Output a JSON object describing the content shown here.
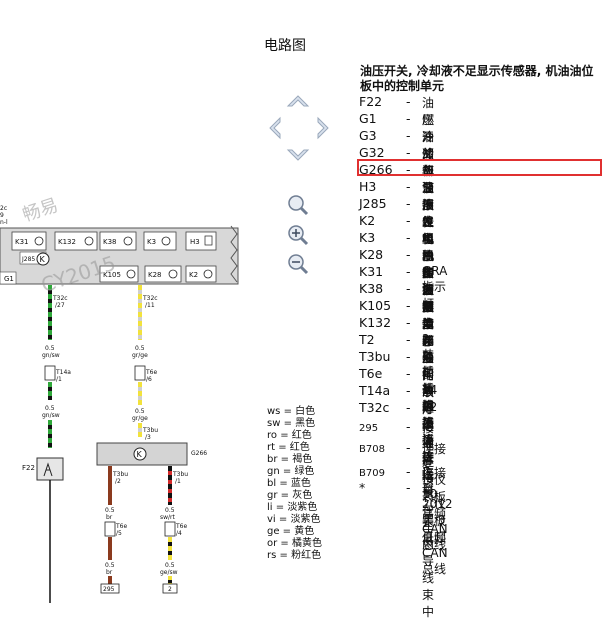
{
  "page_title": "电路图",
  "header": [
    "油压开关, 冷却液不足显示传感器, 机油油位",
    "板中的控制单元"
  ],
  "legend": [
    {
      "code": "F22",
      "desc": "油压开关"
    },
    {
      "code": "G1",
      "desc": "燃油储备显示"
    },
    {
      "code": "G3",
      "desc": "冷却液温度表"
    },
    {
      "code": "G32",
      "desc": "冷却液不足显示传感器"
    },
    {
      "code": "G266",
      "desc": "机油油位和机油温度传感器"
    },
    {
      "code": "H3",
      "desc": "警报蜂鸣器和警报音"
    },
    {
      "code": "J285",
      "desc": "仪表板中的控制单元"
    },
    {
      "code": "K2",
      "desc": "发电机指示灯"
    },
    {
      "code": "K3",
      "desc": "机油压力指示灯"
    },
    {
      "code": "K28",
      "desc": "冷却液温度和冷却液不足显示指"
    },
    {
      "code": "K31",
      "desc": "GRA 指示灯"
    },
    {
      "code": "K38",
      "desc": "油位指示灯"
    },
    {
      "code": "K105",
      "desc": "燃油存量指示灯"
    },
    {
      "code": "K132",
      "desc": "电子油门故障信号灯"
    },
    {
      "code": "T2",
      "desc": "2 芯插头连接"
    },
    {
      "code": "T3bu",
      "desc": "3 芯插头连接"
    },
    {
      "code": "T6e",
      "desc": "6 芯插头连接"
    },
    {
      "code": "T14a",
      "desc": "14 芯插头连接"
    },
    {
      "code": "T32c",
      "desc": "32 芯插头连接"
    },
    {
      "code": "295",
      "desc": "接地连接 10 在车内导线束中"
    },
    {
      "code": "B708",
      "desc": "连接 1（仪表板高频 CAN 总线"
    },
    {
      "code": "B709",
      "desc": "连接 1（仪表板低频 CAN 总线"
    },
    {
      "code": "*",
      "desc": "自 2012 年 3 月起"
    }
  ],
  "color_key": [
    {
      "code": "ws",
      "name": "白色"
    },
    {
      "code": "sw",
      "name": "黑色"
    },
    {
      "code": "ro",
      "name": "红色"
    },
    {
      "code": "rt",
      "name": "红色"
    },
    {
      "code": "br",
      "name": "褐色"
    },
    {
      "code": "gn",
      "name": "绿色"
    },
    {
      "code": "bl",
      "name": "蓝色"
    },
    {
      "code": "gr",
      "name": "灰色"
    },
    {
      "code": "li",
      "name": "淡紫色"
    },
    {
      "code": "vi",
      "name": "淡紫色"
    },
    {
      "code": "ge",
      "name": "黄色"
    },
    {
      "code": "or",
      "name": "橘黄色"
    },
    {
      "code": "rs",
      "name": "粉红色"
    }
  ],
  "watermark": [
    "畅易",
    "CY2015"
  ],
  "diagram": {
    "top_labels": [
      "2c",
      "9",
      "n-l"
    ],
    "j285": "J285",
    "g1": "G1",
    "lamps_row1": [
      "K31",
      "K132",
      "K38",
      "K3",
      "H3"
    ],
    "lamps_row2": [
      "K105",
      "K28",
      "K2"
    ],
    "wire1": {
      "conn_top": "T32c",
      "pin_top": "/27",
      "size1": "0.5",
      "color1": "gn/sw",
      "conn_mid": "T14a",
      "pin_mid": "/1",
      "size2": "0.5",
      "color2": "gn/sw"
    },
    "wire2": {
      "conn_top": "T32c",
      "pin_top": "/11",
      "size1": "0.5",
      "color1": "gr/ge",
      "conn_mid": "T6e",
      "pin_mid": "/6",
      "size2": "0.5",
      "color2": "gr/ge",
      "conn_bot": "T3bu",
      "pin_bot": "/3"
    },
    "sensor": "G266",
    "f22": "F22",
    "wire3": {
      "conn_top": "T3bu",
      "pin_top": "/2",
      "size1": "0.5",
      "color1": "br",
      "conn_mid": "T6e",
      "pin_mid": "/5",
      "size2": "0.5",
      "color2": "br",
      "ground": "295"
    },
    "wire4": {
      "conn_top": "T3bu",
      "pin_top": "/1",
      "size1": "0.5",
      "color1": "sw/rt",
      "conn_mid": "T6e",
      "pin_mid": "/4",
      "size2": "0.5",
      "color2": "ge/sw",
      "bottom": "2"
    },
    "colors": {
      "green": "#2fa83a",
      "yellow": "#f2e23c",
      "black": "#111111",
      "brown": "#8b3a1e",
      "red": "#d42a2a",
      "gray": "#d0d0d0"
    }
  }
}
